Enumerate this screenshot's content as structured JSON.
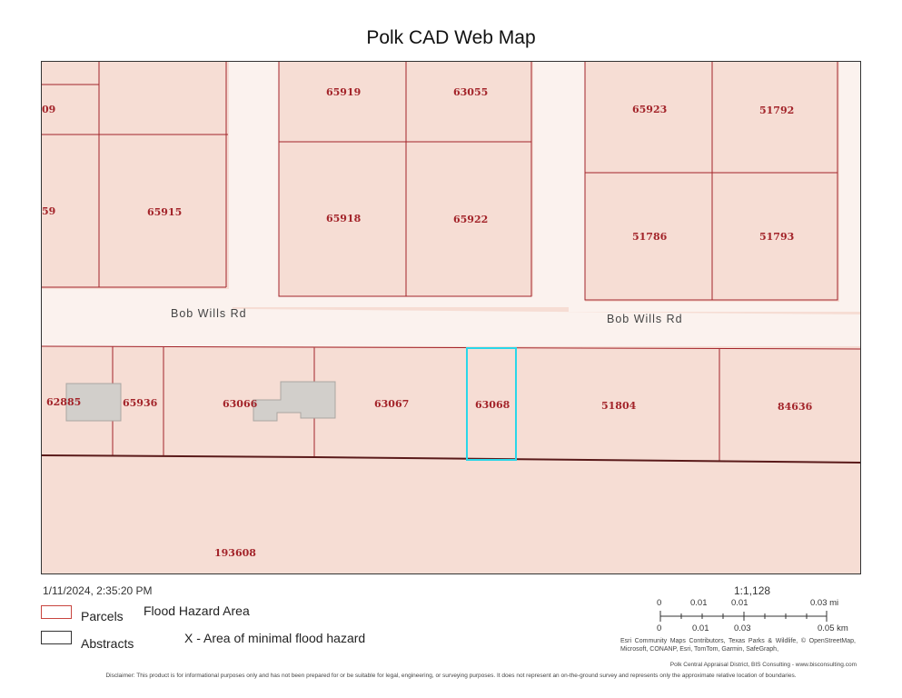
{
  "title": "Polk CAD Web Map",
  "map": {
    "roads": [
      "Bob Wills Rd",
      "Bob Wills Rd"
    ],
    "parcels": [
      "09",
      "65915",
      "65919",
      "63055",
      "65918",
      "65922",
      "65923",
      "51792",
      "51786",
      "51793",
      "62885",
      "65936",
      "63066",
      "63067",
      "63068",
      "51804",
      "84636",
      "59",
      "193608"
    ],
    "highlight_parcel": "63068",
    "highlight_color": "#29d6e8",
    "parcel_line_color": "#a3242a"
  },
  "date": "1/11/2024, 2:35:20 PM",
  "legend": {
    "parcels": "Parcels",
    "abstracts": "Abstracts",
    "flood_title": "Flood Hazard Area",
    "flood_item": "X - Area of minimal flood hazard"
  },
  "scale": {
    "ratio": "1:1,128",
    "mi": [
      "0",
      "0.01",
      "0.01",
      "0.03 mi"
    ],
    "km": [
      "0",
      "0.01",
      "0.03",
      "0.05 km"
    ]
  },
  "attribution": "Esri Community Maps Contributors, Texas Parks & Wildlife, © OpenStreetMap, Microsoft, CONANP, Esri, TomTom, Garmin, SafeGraph,",
  "credits": "Polk Central Appraisal District, BIS Consulting - www.bisconsulting.com",
  "disclaimer": "Disclaimer: This product is for informational purposes only and has not been prepared for or be suitable for legal, engineering, or surveying purposes. It does not represent an on-the-ground survey and represents only the approximate relative location of boundaries."
}
